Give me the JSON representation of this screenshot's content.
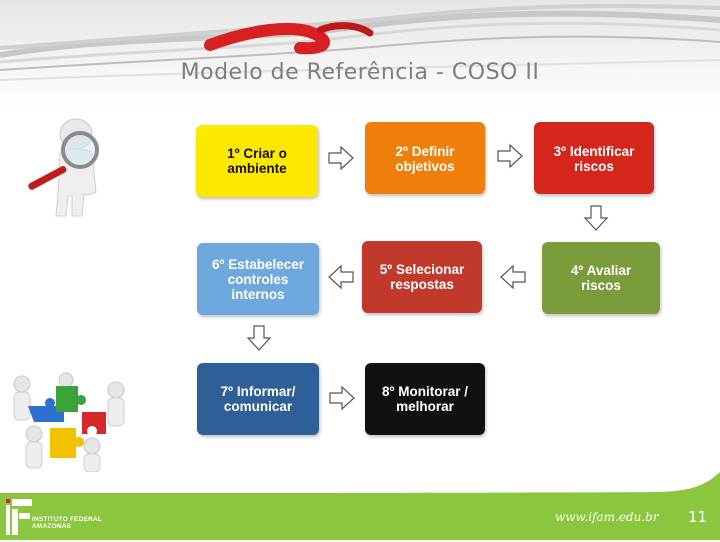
{
  "slide": {
    "title": "Modelo de Referência - COSO II",
    "steps": [
      {
        "label": "1º Criar o\nambiente",
        "color": "#ffe800"
      },
      {
        "label": "2º Definir\nobjetivos",
        "color": "#ee7f0a"
      },
      {
        "label": "3º Identificar\nriscos",
        "color": "#d4261a"
      },
      {
        "label": "4º Avaliar\nriscos",
        "color": "#7a9c3b"
      },
      {
        "label": "5º Selecionar\nrespostas",
        "color": "#c0392b"
      },
      {
        "label": "6º Estabelecer\ncontroles\ninternos",
        "color": "#6fa8dc"
      },
      {
        "label": "7º Informar/\ncomunicar",
        "color": "#2e5f96"
      },
      {
        "label": "8º Monitorar /\nmelhorar",
        "color": "#111111"
      }
    ],
    "figures": {
      "magnifier_figure": "person-with-magnifier-icon",
      "puzzle_group": "puzzle-team-icon"
    }
  },
  "footer": {
    "url": "www.ifam.edu.br",
    "page_number": "11",
    "logo_text": "INSTITUTO FEDERAL\nAMAZONAS",
    "accent": "#8cc63f"
  }
}
